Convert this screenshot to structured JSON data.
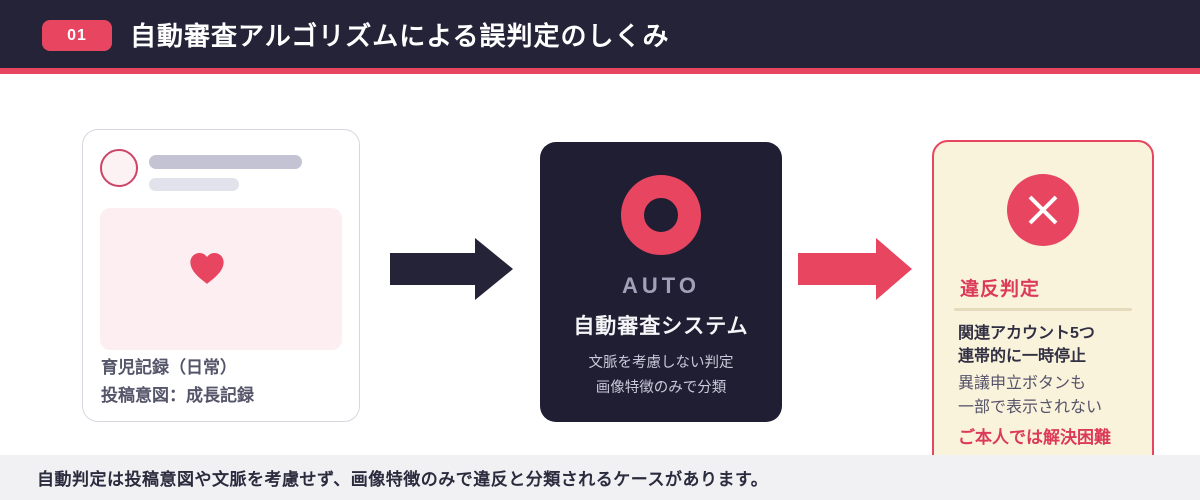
{
  "header": {
    "badge": "01",
    "title": "自動審査アルゴリズムによる誤判定のしくみ"
  },
  "post_card": {
    "caption_line1": "育児記録（日常）",
    "caption_line2": "投稿意図：成長記録"
  },
  "system_card": {
    "label": "AUTO",
    "title": "自動審査システム",
    "desc_line1": "文脈を考慮しない判定",
    "desc_line2": "画像特徴のみで分類"
  },
  "verdict_card": {
    "title": "違反判定",
    "bold_line1": "関連アカウント5つ",
    "bold_line2": "連帯的に一時停止",
    "normal_line1": "異議申立ボタンも",
    "normal_line2": "一部で表示されない",
    "warning": "ご本人では解決困難"
  },
  "footer": {
    "note": "自動判定は投稿意図や文脈を考慮せず、画像特徴のみで違反と分類されるケースがあります。"
  },
  "colors": {
    "accent_pink": "#E84560",
    "dark_navy": "#252338",
    "card_navy": "#201E33",
    "cream": "#FAF3DC",
    "footer_gray": "#F1F1F4"
  },
  "icons": {
    "heart": "heart-icon",
    "ring": "auto-ring-icon",
    "cross": "cross-icon",
    "arrow": "arrow-right-icon"
  }
}
